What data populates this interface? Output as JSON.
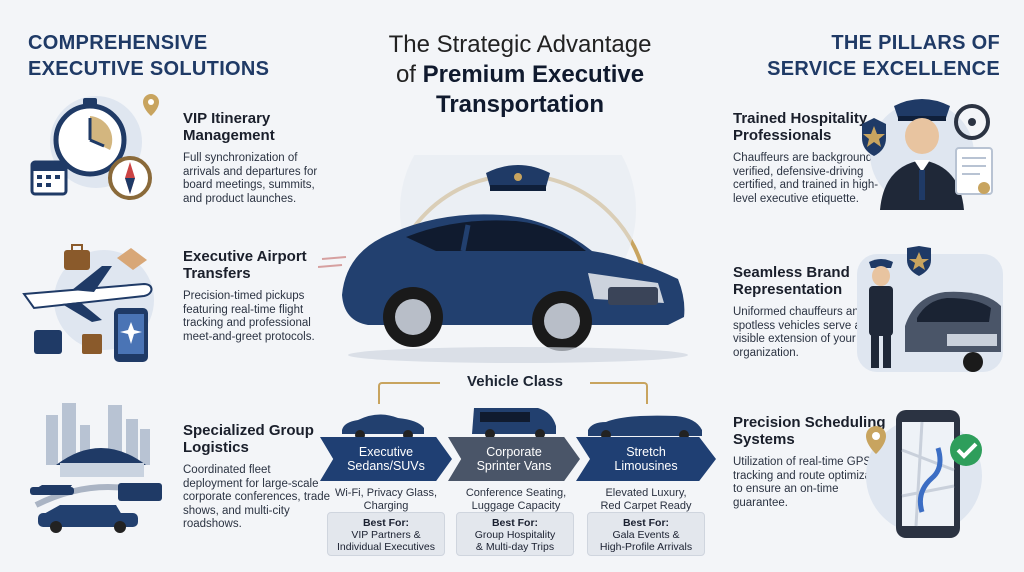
{
  "headings": {
    "left": "COMPREHENSIVE EXECUTIVE SOLUTIONS",
    "center_line1": "The Strategic Advantage",
    "center_line2_prefix": "of",
    "center_line2_bold": "Premium Executive",
    "center_line3": "Transportation",
    "right": "THE PILLARS OF SERVICE EXCELLENCE"
  },
  "left_items": [
    {
      "title": "VIP Itinerary Management",
      "desc": "Full synchronization of arrivals and departures for board meetings, summits, and product launches."
    },
    {
      "title": "Executive Airport Transfers",
      "desc": "Precision-timed pickups featuring real-time flight tracking and professional meet-and-greet protocols."
    },
    {
      "title": "Specialized Group Logistics",
      "desc": "Coordinated fleet deployment for large-scale corporate conferences, trade shows, and multi-city roadshows."
    }
  ],
  "right_items": [
    {
      "title": "Trained Hospitality Professionals",
      "desc": "Chauffeurs are background-verified, defensive-driving certified, and trained in high-level executive etiquette."
    },
    {
      "title": "Seamless Brand Representation",
      "desc": "Uniformed chauffeurs and spotless vehicles serve as a visible extension of your organization."
    },
    {
      "title": "Precision Scheduling Systems",
      "desc": "Utilization of real-time GPS tracking and route optimization to ensure an on-time guarantee."
    }
  ],
  "vehicle_class": {
    "title": "Vehicle Class",
    "classes": [
      {
        "name_line1": "Executive",
        "name_line2": "Sedans/SUVs",
        "features_line1": "Wi-Fi, Privacy Glass,",
        "features_line2": "Charging",
        "best_label": "Best For:",
        "best_line1": "VIP Partners &",
        "best_line2": "Individual Executives",
        "color": "#1f3f73"
      },
      {
        "name_line1": "Corporate",
        "name_line2": "Sprinter Vans",
        "features_line1": "Conference Seating,",
        "features_line2": "Luggage Capacity",
        "best_label": "Best For:",
        "best_line1": "Group Hospitality",
        "best_line2": "& Multi-day Trips",
        "color": "#4a5568"
      },
      {
        "name_line1": "Stretch",
        "name_line2": "Limousines",
        "features_line1": "Elevated Luxury,",
        "features_line2": "Red Carpet Ready",
        "best_label": "Best For:",
        "best_line1": "Gala Events &",
        "best_line2": "High-Profile Arrivals",
        "color": "#1f3f73"
      }
    ]
  },
  "colors": {
    "navy": "#1f3a66",
    "gold": "#c8a45f",
    "car_blue": "#22406f",
    "bg": "#f3f5f8"
  }
}
